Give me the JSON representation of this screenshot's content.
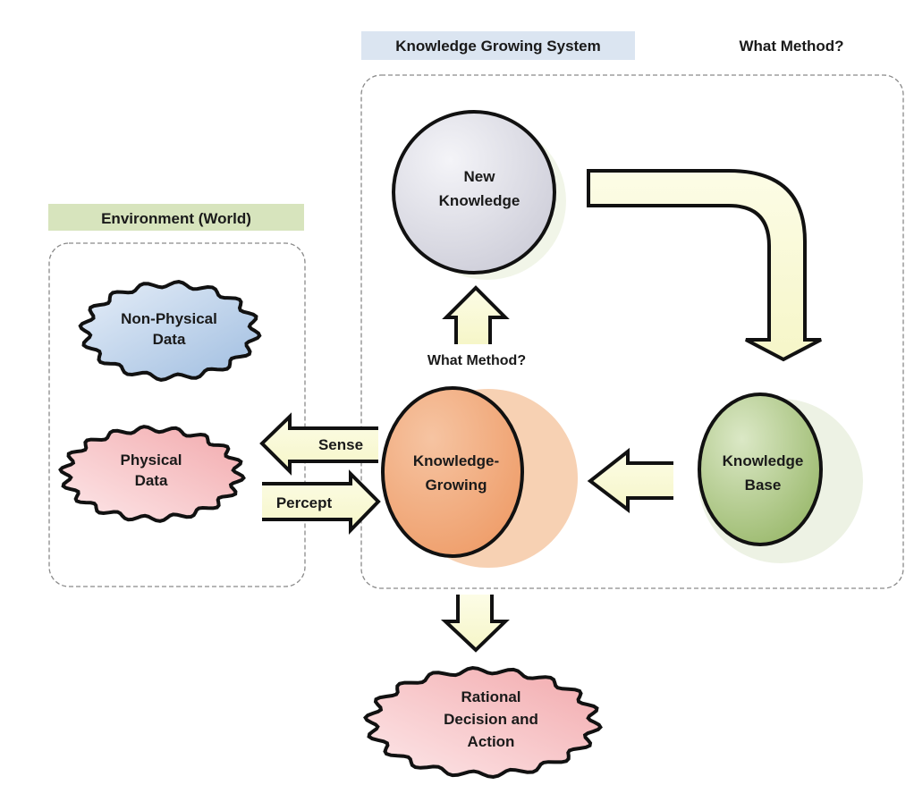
{
  "header": {
    "system_title": "Knowledge Growing System",
    "system_title_bg": "#dbe5f1",
    "top_question": "What Method?"
  },
  "environment": {
    "title": "Environment (World)",
    "title_bg": "#d7e4bd",
    "non_physical": {
      "line1": "Non-Physical",
      "line2": "Data",
      "color": "#b8cce4"
    },
    "physical": {
      "line1": "Physical",
      "line2": "Data",
      "color": "#f4b6b8"
    }
  },
  "nodes": {
    "new_knowledge": {
      "line1": "New",
      "line2": "Knowledge",
      "color": "#d9d9e3"
    },
    "knowledge_growing": {
      "line1": "Knowledge-",
      "line2": "Growing",
      "color": "#f2a878"
    },
    "knowledge_base": {
      "line1": "Knowledge",
      "line2": "Base",
      "color": "#a9c47f"
    }
  },
  "arrows": {
    "sense": "Sense",
    "percept": "Percept",
    "method_question": "What Method?",
    "fill": "#fbfbd8"
  },
  "output": {
    "line1": "Rational",
    "line2": "Decision and",
    "line3": "Action",
    "color": "#f4b6b8"
  }
}
